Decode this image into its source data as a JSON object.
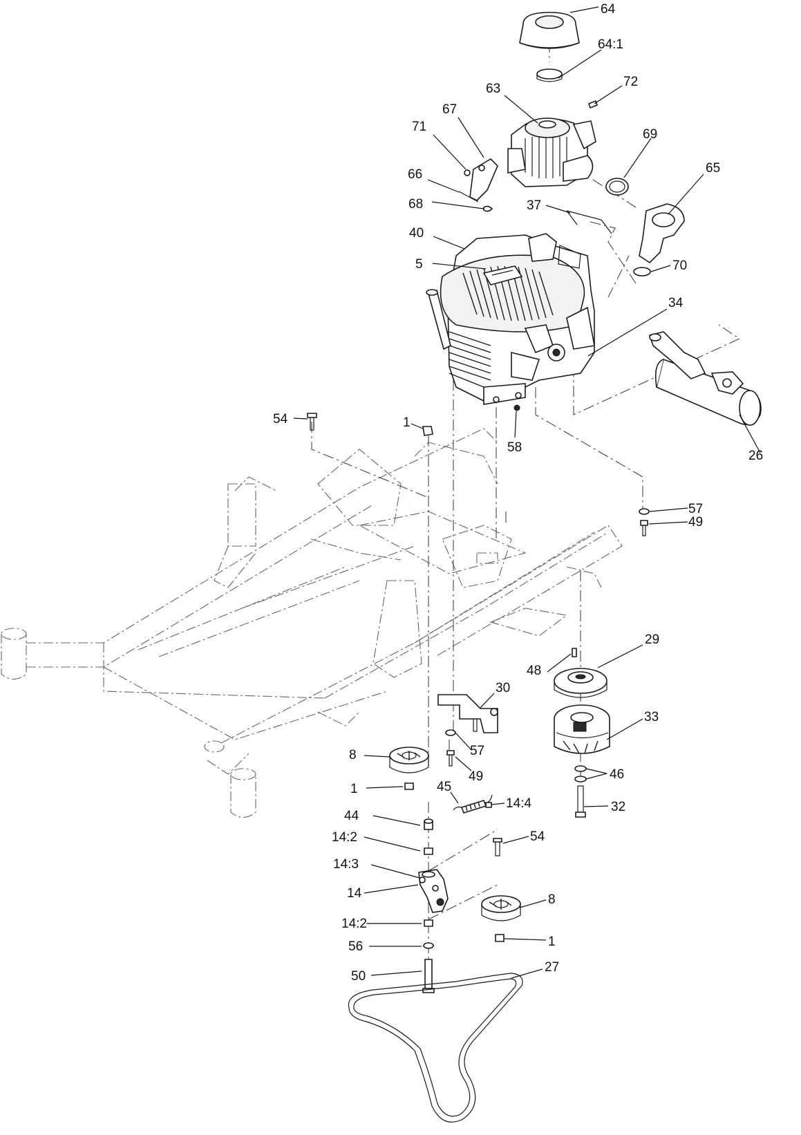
{
  "labels": {
    "l64": "64",
    "l64_1": "64:1",
    "l72": "72",
    "l63": "63",
    "l67": "67",
    "l71": "71",
    "l69": "69",
    "l65": "65",
    "l66": "66",
    "l68": "68",
    "l37": "37",
    "l40": "40",
    "l5": "5",
    "l70": "70",
    "l34": "34",
    "l54a": "54",
    "l1a": "1",
    "l58": "58",
    "l26": "26",
    "l57a": "57",
    "l49a": "49",
    "l29": "29",
    "l48": "48",
    "l30": "30",
    "l33": "33",
    "l8a": "8",
    "l57b": "57",
    "l49b": "49",
    "l46": "46",
    "l1b": "1",
    "l45": "45",
    "l14_4": "14:4",
    "l32": "32",
    "l44": "44",
    "l14_2a": "14:2",
    "l54b": "54",
    "l14_3": "14:3",
    "l14": "14",
    "l8b": "8",
    "l14_2b": "14:2",
    "l1c": "1",
    "l56": "56",
    "l50": "50",
    "l27": "27"
  }
}
